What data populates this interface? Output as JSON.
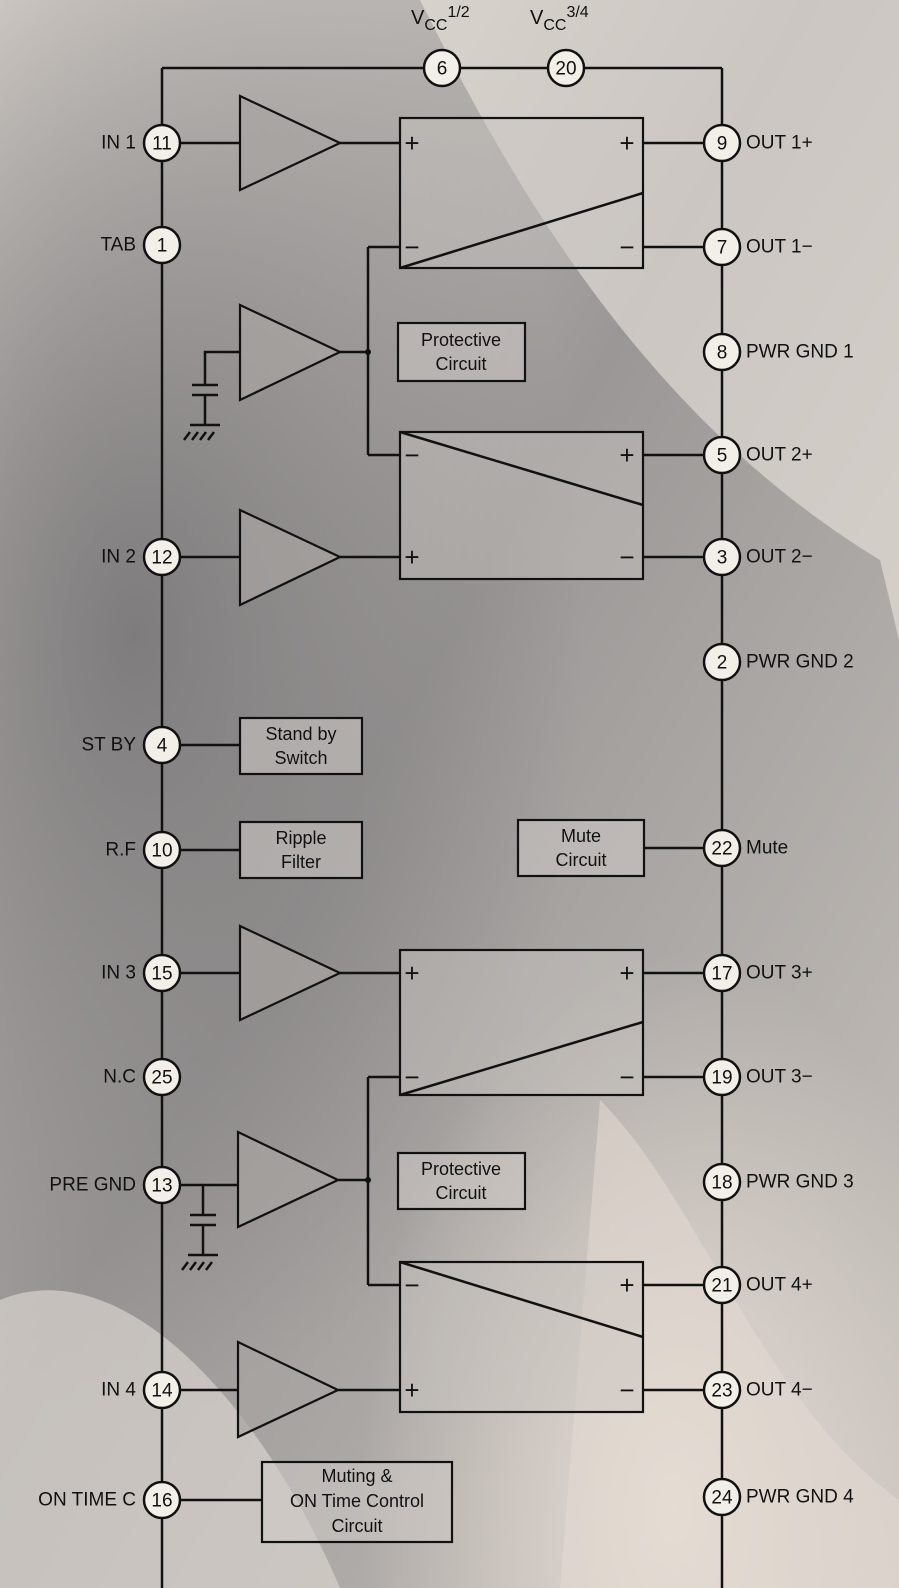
{
  "supply": {
    "vcc12_base": "V",
    "vcc12_sub": "CC",
    "vcc12_sup": "1/2",
    "vcc34_base": "V",
    "vcc34_sub": "CC",
    "vcc34_sup": "3/4",
    "pin_vcc12": "6",
    "pin_vcc34": "20"
  },
  "left_pins": [
    {
      "num": "11",
      "label": "IN 1"
    },
    {
      "num": "1",
      "label": "TAB"
    },
    {
      "num": "12",
      "label": "IN 2"
    },
    {
      "num": "4",
      "label": "ST BY"
    },
    {
      "num": "10",
      "label": "R.F"
    },
    {
      "num": "15",
      "label": "IN 3"
    },
    {
      "num": "25",
      "label": "N.C"
    },
    {
      "num": "13",
      "label": "PRE GND"
    },
    {
      "num": "14",
      "label": "IN 4"
    },
    {
      "num": "16",
      "label": "ON TIME C"
    }
  ],
  "right_pins": [
    {
      "num": "9",
      "label": "OUT 1+"
    },
    {
      "num": "7",
      "label": "OUT 1−"
    },
    {
      "num": "8",
      "label": "PWR GND 1"
    },
    {
      "num": "5",
      "label": "OUT 2+"
    },
    {
      "num": "3",
      "label": "OUT 2−"
    },
    {
      "num": "2",
      "label": "PWR GND 2"
    },
    {
      "num": "22",
      "label": "Mute"
    },
    {
      "num": "17",
      "label": "OUT 3+"
    },
    {
      "num": "19",
      "label": "OUT 3−"
    },
    {
      "num": "18",
      "label": "PWR GND 3"
    },
    {
      "num": "21",
      "label": "OUT 4+"
    },
    {
      "num": "23",
      "label": "OUT 4−"
    },
    {
      "num": "24",
      "label": "PWR GND 4"
    }
  ],
  "blocks": {
    "protective_1": [
      "Protective",
      "Circuit"
    ],
    "standby": [
      "Stand by",
      "Switch"
    ],
    "ripple": [
      "Ripple",
      "Filter"
    ],
    "mute": [
      "Mute",
      "Circuit"
    ],
    "protective_2": [
      "Protective",
      "Circuit"
    ],
    "muting": [
      "Muting &",
      "ON Time Control",
      "Circuit"
    ]
  },
  "signs": {
    "plus": "+",
    "minus": "−"
  }
}
